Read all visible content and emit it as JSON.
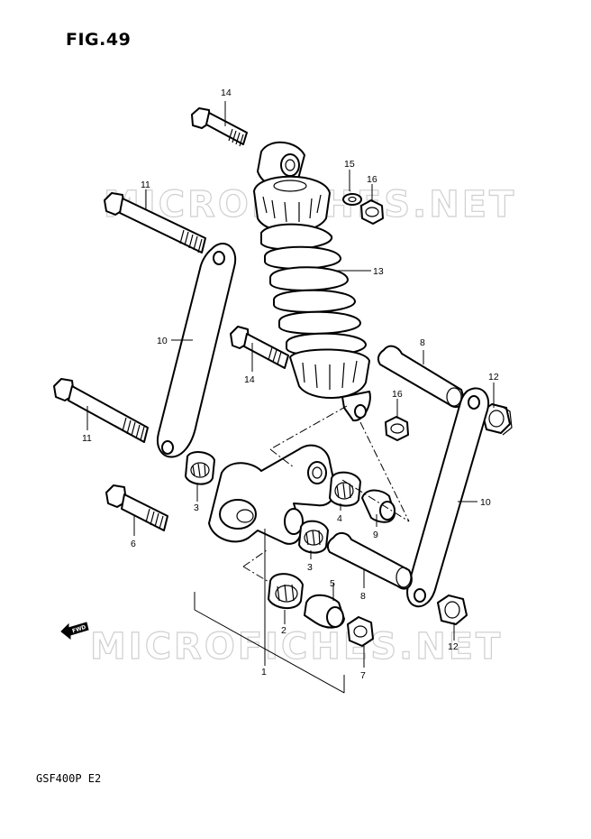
{
  "figure_title": "FIG.49",
  "model_code": "GSF400P  E2",
  "watermark": "MICROFICHES.NET",
  "fwd_label": "FWD",
  "callouts": [
    "14",
    "15",
    "16",
    "11",
    "13",
    "10",
    "14",
    "8",
    "12",
    "16",
    "11",
    "3",
    "6",
    "4",
    "9",
    "10",
    "3",
    "5",
    "8",
    "2",
    "1",
    "7",
    "12"
  ]
}
